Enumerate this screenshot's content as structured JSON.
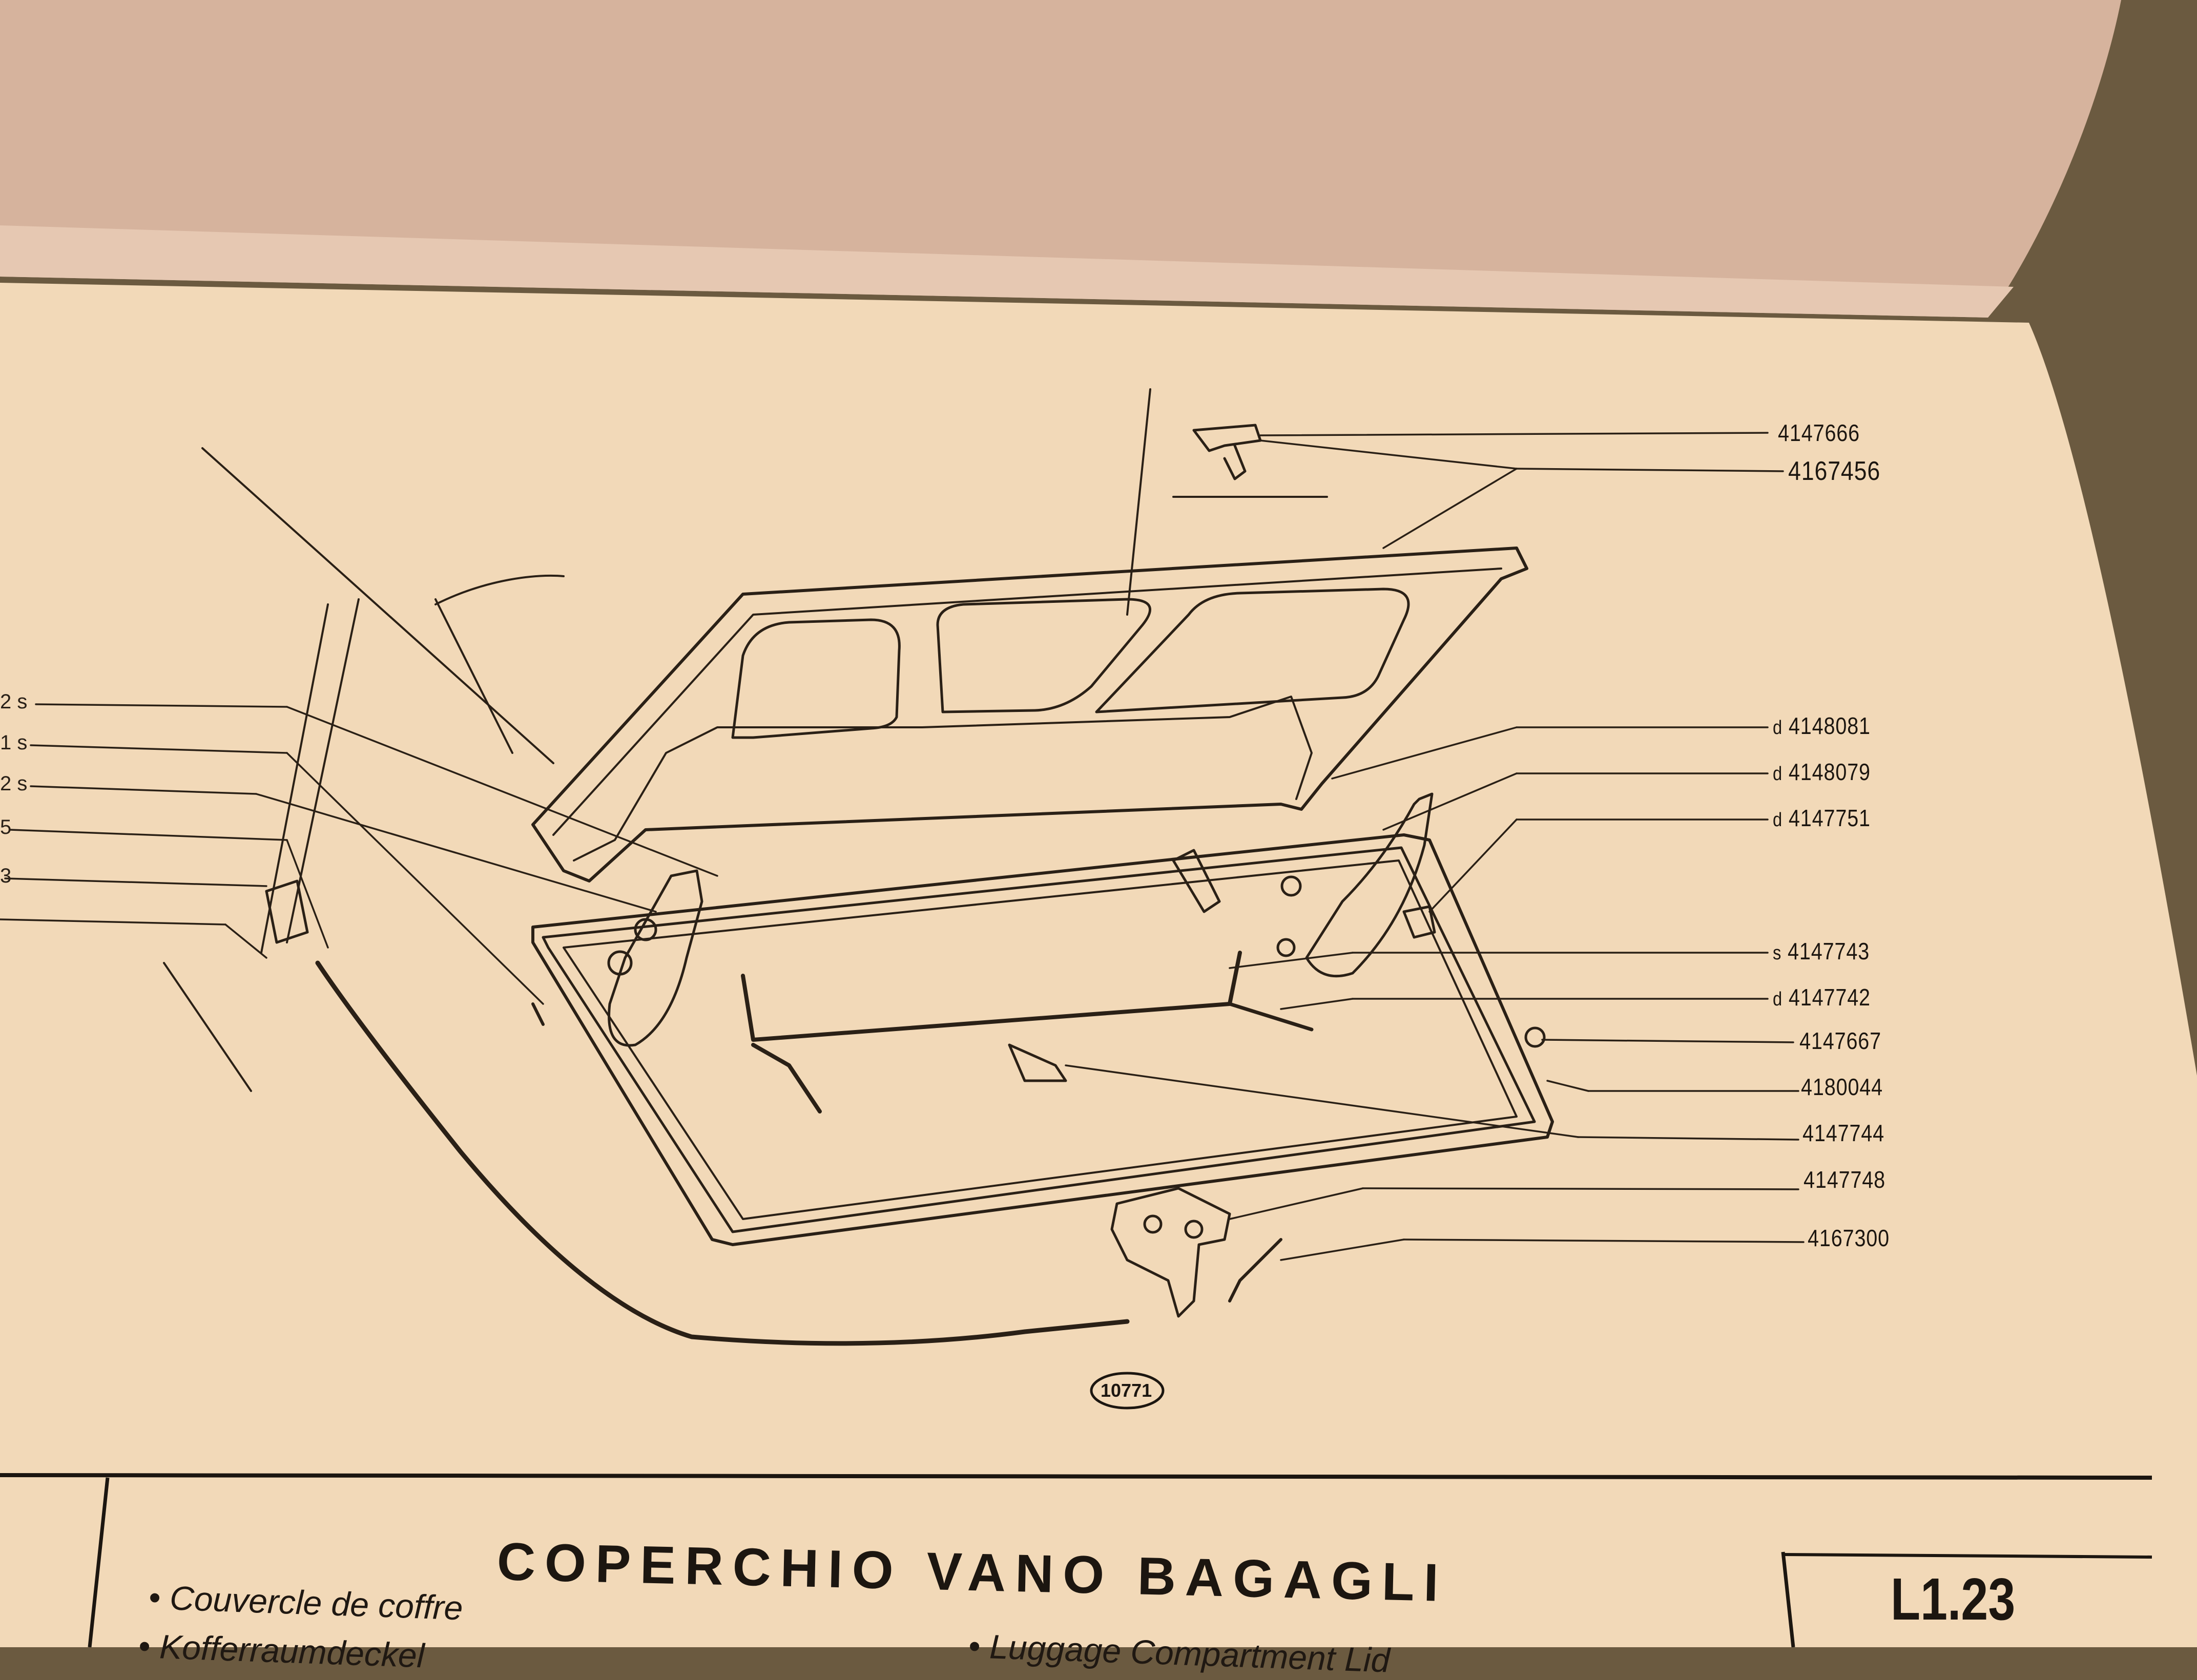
{
  "page": {
    "colors": {
      "paper": "#f2d9b8",
      "paper_top": "#d9b7a0",
      "ink": "#1c1610",
      "background": "#6b5a40"
    }
  },
  "diagram": {
    "left_refs": [
      {
        "prefix": "2",
        "suffix": "s"
      },
      {
        "prefix": "1",
        "suffix": "s"
      },
      {
        "prefix": "2",
        "suffix": "s"
      },
      {
        "prefix": "5",
        "suffix": ""
      },
      {
        "prefix": "3",
        "suffix": ""
      },
      {
        "prefix": "",
        "suffix": ""
      }
    ],
    "callouts": [
      {
        "prefix": "",
        "number": "4147666"
      },
      {
        "prefix": "",
        "number": "4167456"
      },
      {
        "prefix": "d",
        "number": "4148081"
      },
      {
        "prefix": "d",
        "number": "4148079"
      },
      {
        "prefix": "d",
        "number": "4147751"
      },
      {
        "prefix": "s",
        "number": "4147743"
      },
      {
        "prefix": "d",
        "number": "4147742"
      },
      {
        "prefix": "",
        "number": "4147667"
      },
      {
        "prefix": "",
        "number": "4180044"
      },
      {
        "prefix": "",
        "number": "4147744"
      },
      {
        "prefix": "",
        "number": "4147748"
      },
      {
        "prefix": "",
        "number": "4167300"
      }
    ],
    "figure_number": "10771"
  },
  "title_block": {
    "title": "COPERCHIO VANO BAGAGLI",
    "page_code": "L1.23",
    "subtitles": [
      "• Couvercle de coffre",
      "• Kofferraumdeckel",
      "• Luggage Compartment Lid"
    ]
  }
}
